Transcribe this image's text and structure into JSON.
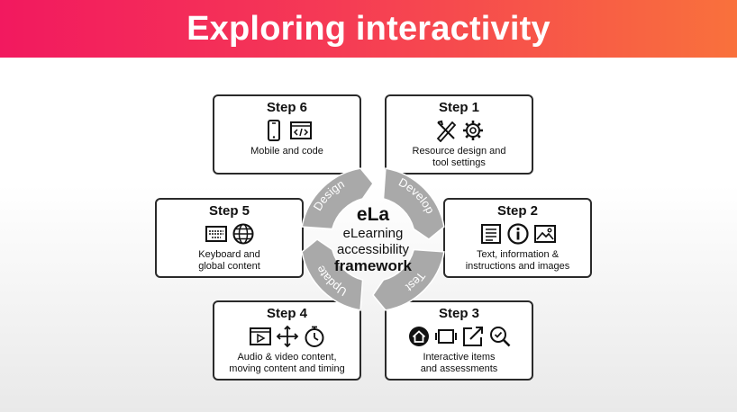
{
  "header": {
    "title": "Exploring interactivity"
  },
  "cycle": {
    "logo": "eLa",
    "line1": "eLearning",
    "line2": "accessibility",
    "line3": "framework",
    "phases": [
      "Design",
      "Develop",
      "Test",
      "Update"
    ]
  },
  "steps": [
    {
      "title": "Step 6",
      "desc": "Mobile and code",
      "icons": [
        "mobile-phone-icon",
        "code-window-icon"
      ]
    },
    {
      "title": "Step 1",
      "desc": "Resource design and\ntool settings",
      "icons": [
        "design-tools-icon",
        "gear-icon"
      ]
    },
    {
      "title": "Step 5",
      "desc": "Keyboard and\nglobal content",
      "icons": [
        "keyboard-icon",
        "globe-icon"
      ]
    },
    {
      "title": "Step 2",
      "desc": "Text, information &\ninstructions and images",
      "icons": [
        "text-document-icon",
        "info-icon",
        "image-icon"
      ]
    },
    {
      "title": "Step 4",
      "desc": "Audio & video content,\nmoving content and timing",
      "icons": [
        "video-player-icon",
        "move-arrows-icon",
        "timer-icon"
      ]
    },
    {
      "title": "Step 3",
      "desc": "Interactive items\nand assessments",
      "icons": [
        "home-icon",
        "toggle-window-icon",
        "external-link-icon",
        "search-check-icon"
      ]
    }
  ],
  "colors": {
    "banner_start": "#f2195f",
    "banner_end": "#f9713c",
    "ring": "#a9a9a9",
    "border": "#2a2a2a"
  }
}
